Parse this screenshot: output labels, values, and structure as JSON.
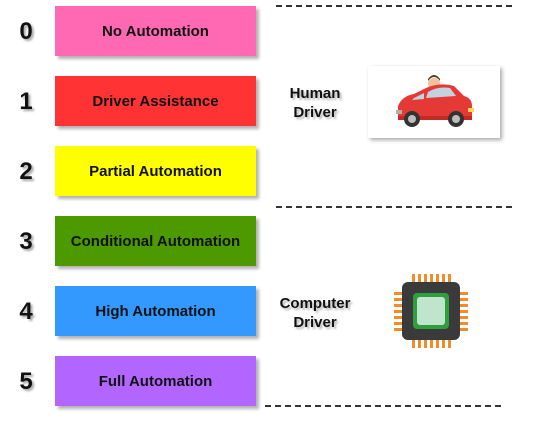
{
  "levels": [
    {
      "number": "0",
      "label": "No Automation",
      "color": "#ff69b4"
    },
    {
      "number": "1",
      "label": "Driver Assistance",
      "color": "#ff3333"
    },
    {
      "number": "2",
      "label": "Partial Automation",
      "color": "#ffff00"
    },
    {
      "number": "3",
      "label": "Conditional Automation",
      "color": "#4d9900"
    },
    {
      "number": "4",
      "label": "High Automation",
      "color": "#3399ff"
    },
    {
      "number": "5",
      "label": "Full Automation",
      "color": "#b266ff"
    }
  ],
  "groups": {
    "human": {
      "line1": "Human",
      "line2": "Driver",
      "icon": "car-with-driver-icon"
    },
    "computer": {
      "line1": "Computer",
      "line2": "Driver",
      "icon": "cpu-chip-icon"
    }
  }
}
